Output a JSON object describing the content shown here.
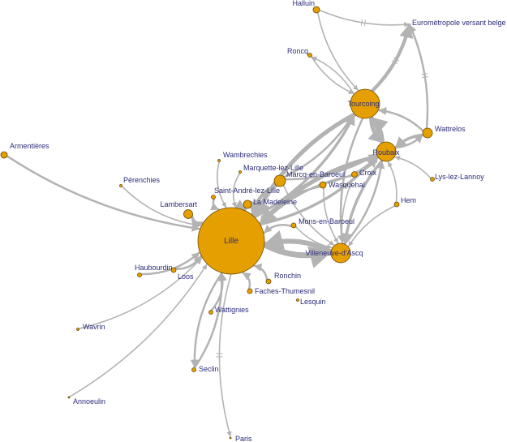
{
  "graph": {
    "type": "directed-flow-network",
    "colors": {
      "node": "#e69f00",
      "edge": "#b3b3b3",
      "label": "#2b2b7a"
    },
    "nodes": [
      {
        "id": "lille",
        "label": "Lille"
      },
      {
        "id": "tourcoing",
        "label": "Tourcoing"
      },
      {
        "id": "roubaix",
        "label": "Roubaix"
      },
      {
        "id": "villeneuve",
        "label": "Villeneuve-d'Ascq"
      },
      {
        "id": "marcq",
        "label": "Marcq-en-Baroeul"
      },
      {
        "id": "wattrelos",
        "label": "Wattrelos"
      },
      {
        "id": "lambersart",
        "label": "Lambersart"
      },
      {
        "id": "lamadeleine",
        "label": "La Madeleine"
      },
      {
        "id": "wasquehal",
        "label": "Wasquehal"
      },
      {
        "id": "croix",
        "label": "Croix"
      },
      {
        "id": "armentieres",
        "label": "Armentières"
      },
      {
        "id": "perenchies",
        "label": "Pérenchies"
      },
      {
        "id": "wambrechies",
        "label": "Wambrechies"
      },
      {
        "id": "marquette",
        "label": "Marquette-lez-Lille"
      },
      {
        "id": "standre",
        "label": "Saint-André-lez-Lille"
      },
      {
        "id": "mons",
        "label": "Mons-en-Baroeul"
      },
      {
        "id": "hem",
        "label": "Hem"
      },
      {
        "id": "lyslannoy",
        "label": "Lys-lez-Lannoy"
      },
      {
        "id": "halluin",
        "label": "Halluin"
      },
      {
        "id": "eurometropole",
        "label": "Eurométropole versant belge"
      },
      {
        "id": "roncq",
        "label": "Roncq"
      },
      {
        "id": "haubourdin",
        "label": "Haubourdin"
      },
      {
        "id": "loos",
        "label": "Loos"
      },
      {
        "id": "ronchin",
        "label": "Ronchin"
      },
      {
        "id": "faches",
        "label": "Faches-Thumesnil"
      },
      {
        "id": "lesquin",
        "label": "Lesquin"
      },
      {
        "id": "wattignies",
        "label": "Wattignies"
      },
      {
        "id": "wavrin",
        "label": "Wavrin"
      },
      {
        "id": "seclin",
        "label": "Seclin"
      },
      {
        "id": "annoeulin",
        "label": "Annoeulin"
      },
      {
        "id": "paris",
        "label": "Paris"
      }
    ],
    "edges": [
      {
        "from": "armentieres",
        "to": "lille",
        "weight": 2
      },
      {
        "from": "perenchies",
        "to": "lille",
        "weight": 1
      },
      {
        "from": "lambersart",
        "to": "lille",
        "weight": 3
      },
      {
        "from": "wambrechies",
        "to": "lille",
        "weight": 1
      },
      {
        "from": "marquette",
        "to": "lille",
        "weight": 1
      },
      {
        "from": "standre",
        "to": "lille",
        "weight": 2
      },
      {
        "from": "lamadeleine",
        "to": "lille",
        "weight": 3
      },
      {
        "from": "marcq",
        "to": "lille",
        "weight": 4
      },
      {
        "from": "mons",
        "to": "lille",
        "weight": 2
      },
      {
        "from": "wasquehal",
        "to": "lille",
        "weight": 2
      },
      {
        "from": "croix",
        "to": "lille",
        "weight": 2
      },
      {
        "from": "roubaix",
        "to": "lille",
        "weight": 5
      },
      {
        "from": "tourcoing",
        "to": "lille",
        "weight": 5
      },
      {
        "from": "villeneuve",
        "to": "lille",
        "weight": 6
      },
      {
        "from": "lille",
        "to": "villeneuve",
        "weight": 7
      },
      {
        "from": "haubourdin",
        "to": "lille",
        "weight": 2
      },
      {
        "from": "loos",
        "to": "lille",
        "weight": 2
      },
      {
        "from": "ronchin",
        "to": "lille",
        "weight": 2
      },
      {
        "from": "faches",
        "to": "lille",
        "weight": 2
      },
      {
        "from": "wattignies",
        "to": "lille",
        "weight": 2
      },
      {
        "from": "seclin",
        "to": "lille",
        "weight": 2
      },
      {
        "from": "wavrin",
        "to": "lille",
        "weight": 1
      },
      {
        "from": "annoeulin",
        "to": "lille",
        "weight": 1
      },
      {
        "from": "lille",
        "to": "seclin",
        "weight": 2
      },
      {
        "from": "lille",
        "to": "paris",
        "weight": 1,
        "broken": true
      },
      {
        "from": "lille",
        "to": "tourcoing",
        "weight": 3
      },
      {
        "from": "lille",
        "to": "roubaix",
        "weight": 3
      },
      {
        "from": "roubaix",
        "to": "tourcoing",
        "weight": 5
      },
      {
        "from": "tourcoing",
        "to": "roubaix",
        "weight": 4
      },
      {
        "from": "tourcoing",
        "to": "eurometropole",
        "weight": 4,
        "broken": true
      },
      {
        "from": "wattrelos",
        "to": "eurometropole",
        "weight": 2,
        "broken": true
      },
      {
        "from": "halluin",
        "to": "eurometropole",
        "weight": 1,
        "broken": true
      },
      {
        "from": "halluin",
        "to": "tourcoing",
        "weight": 1
      },
      {
        "from": "roncq",
        "to": "tourcoing",
        "weight": 1
      },
      {
        "from": "tourcoing",
        "to": "roncq",
        "weight": 1
      },
      {
        "from": "wattrelos",
        "to": "roubaix",
        "weight": 3
      },
      {
        "from": "roubaix",
        "to": "wattrelos",
        "weight": 2
      },
      {
        "from": "wattrelos",
        "to": "tourcoing",
        "weight": 2
      },
      {
        "from": "lyslannoy",
        "to": "roubaix",
        "weight": 1
      },
      {
        "from": "hem",
        "to": "roubaix",
        "weight": 1
      },
      {
        "from": "hem",
        "to": "villeneuve",
        "weight": 1
      },
      {
        "from": "roubaix",
        "to": "villeneuve",
        "weight": 3
      },
      {
        "from": "tourcoing",
        "to": "villeneuve",
        "weight": 2
      },
      {
        "from": "villeneuve",
        "to": "roubaix",
        "weight": 2
      },
      {
        "from": "marcq",
        "to": "tourcoing",
        "weight": 2
      },
      {
        "from": "marcq",
        "to": "roubaix",
        "weight": 2
      },
      {
        "from": "wasquehal",
        "to": "roubaix",
        "weight": 1
      },
      {
        "from": "wasquehal",
        "to": "villeneuve",
        "weight": 1
      },
      {
        "from": "croix",
        "to": "villeneuve",
        "weight": 1
      },
      {
        "from": "croix",
        "to": "roubaix",
        "weight": 1
      },
      {
        "from": "mons",
        "to": "villeneuve",
        "weight": 1
      },
      {
        "from": "marcq",
        "to": "villeneuve",
        "weight": 1
      }
    ]
  }
}
